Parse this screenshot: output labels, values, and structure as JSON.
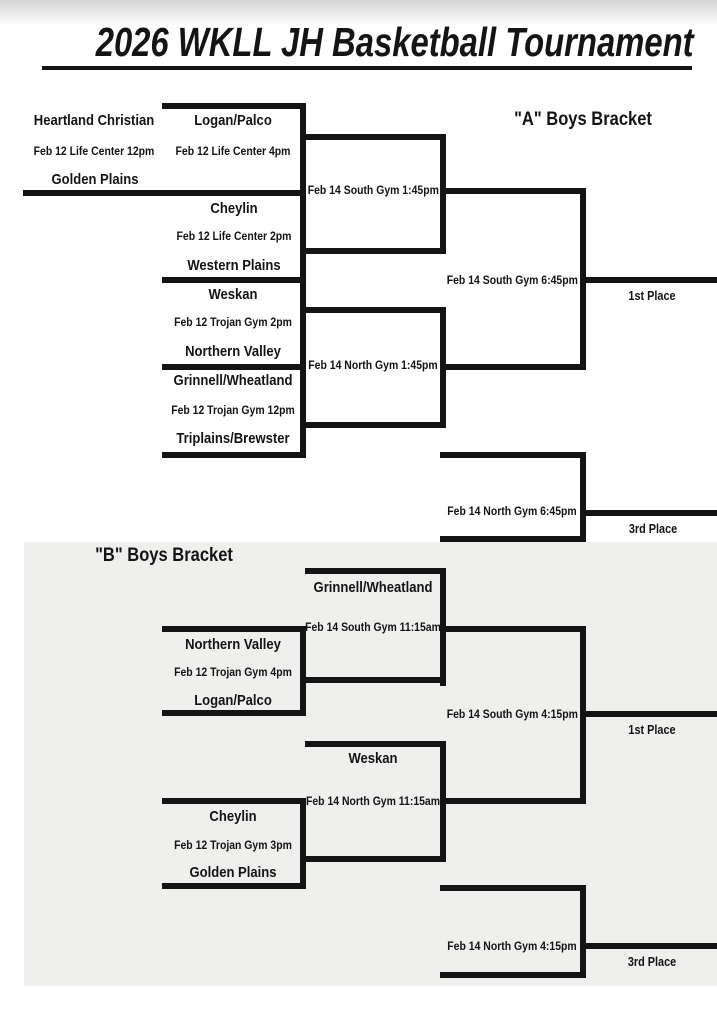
{
  "page": {
    "title": "2026 WKLL JH Basketball Tournament"
  },
  "bracket_a": {
    "heading": "\"A\" Boys Bracket",
    "play_in": {
      "team_top": "Heartland Christian",
      "game_info": "Feb 12 Life Center 12pm",
      "team_bottom": "Golden Plains"
    },
    "round1_games": [
      {
        "team_top": "Logan/Palco",
        "game_info": "Feb 12 Life Center 4pm"
      },
      {
        "team_top": "Cheylin",
        "game_info": "Feb 12 Life Center 2pm",
        "team_bottom": "Western Plains"
      },
      {
        "team_top": "Weskan",
        "game_info": "Feb 12 Trojan Gym 2pm",
        "team_bottom": "Northern Valley"
      },
      {
        "team_top": "Grinnell/Wheatland",
        "game_info": "Feb 12 Trojan Gym 12pm",
        "team_bottom": "Triplains/Brewster"
      }
    ],
    "semifinal_games": [
      {
        "game_info": "Feb 14 South Gym 1:45pm"
      },
      {
        "game_info": "Feb 14 North Gym 1:45pm"
      }
    ],
    "championship": {
      "game_info": "Feb 14 South Gym 6:45pm",
      "label": "1st Place"
    },
    "third_place": {
      "game_info": "Feb 14 North Gym 6:45pm",
      "label": "3rd Place"
    }
  },
  "bracket_b": {
    "heading": "\"B\" Boys Bracket",
    "bye_teams": [
      "Grinnell/Wheatland",
      "Weskan"
    ],
    "round1_games": [
      {
        "team_top": "Northern Valley",
        "game_info": "Feb 12 Trojan Gym 4pm",
        "team_bottom": "Logan/Palco"
      },
      {
        "team_top": "Cheylin",
        "game_info": "Feb 12 Trojan Gym 3pm",
        "team_bottom": "Golden Plains"
      }
    ],
    "semifinal_games": [
      {
        "game_info": "Feb 14 South Gym 11:15am"
      },
      {
        "game_info": "Feb 14 North Gym 11:15am"
      }
    ],
    "championship": {
      "game_info": "Feb 14 South Gym 4:15pm",
      "label": "1st Place"
    },
    "third_place": {
      "game_info": "Feb 14 North Gym 4:15pm",
      "label": "3rd Place"
    }
  }
}
